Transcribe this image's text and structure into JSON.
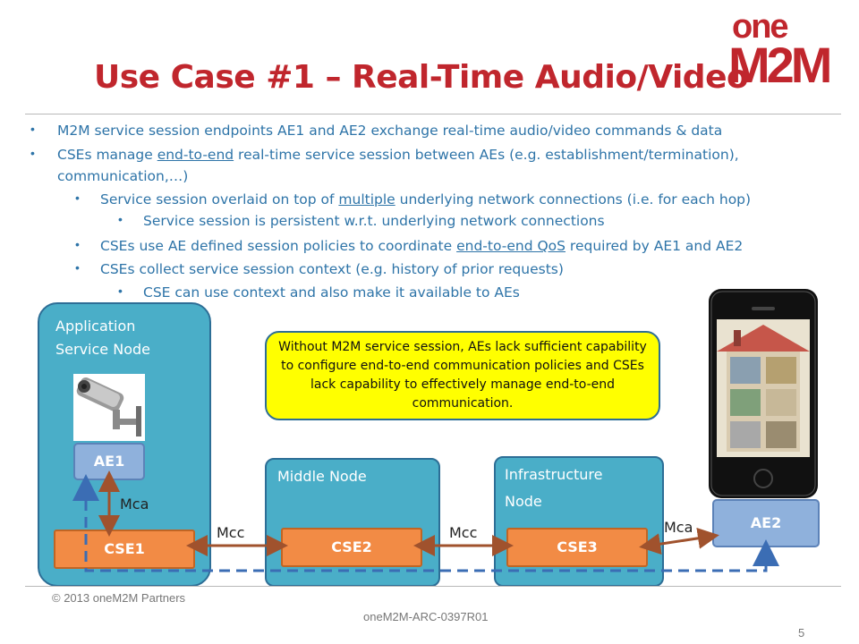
{
  "slide": {
    "title": "Use Case #1 – Real-Time Audio/Video",
    "page_number": "5",
    "copyright": "© 2013 oneM2M Partners",
    "doc_id": "oneM2M-ARC-0397R01"
  },
  "logo": {
    "text_top": "one",
    "text_bottom": "M2M",
    "color": "#c0262d"
  },
  "bullets": {
    "b1": "M2M service session endpoints AE1 and AE2 exchange real-time audio/video commands & data",
    "b2_pre": "CSEs manage ",
    "b2_u": "end-to-end",
    "b2_post": " real-time service session between AEs (e.g. establishment/termination),",
    "b2_line2": "communication,…)",
    "b3_pre": "Service session overlaid on top of ",
    "b3_u": "multiple",
    "b3_post": " underlying network connections (i.e. for each hop)",
    "b4": "Service session is persistent w.r.t. underlying network connections",
    "b5_pre": "CSEs use AE defined session policies to coordinate ",
    "b5_u": "end-to-end QoS",
    "b5_post": " required by AE1 and AE2",
    "b6": "CSEs collect service session context (e.g. history of prior requests)",
    "b7": "CSE can use context and also make it available to AEs"
  },
  "diagram": {
    "asn_label_1": "Application",
    "asn_label_2": "Service Node",
    "mn_label": "Middle Node",
    "in_label_1": "Infrastructure",
    "in_label_2": "Node",
    "ae1": "AE1",
    "ae2": "AE2",
    "cse1": "CSE1",
    "cse2": "CSE2",
    "cse3": "CSE3",
    "mca_left": "Mca",
    "mca_right": "Mca",
    "mcc_1": "Mcc",
    "mcc_2": "Mcc",
    "callout": "Without M2M service session, AEs lack sufficient capability to configure end-to-end communication policies and CSEs lack capability to effectively manage end-to-end communication.",
    "colors": {
      "node": "#4aaec8",
      "cse": "#f28b45",
      "ae": "#8fb1dc",
      "callout": "#ffff00",
      "session_line": "#3b6db4",
      "link": "#a0522d"
    }
  }
}
